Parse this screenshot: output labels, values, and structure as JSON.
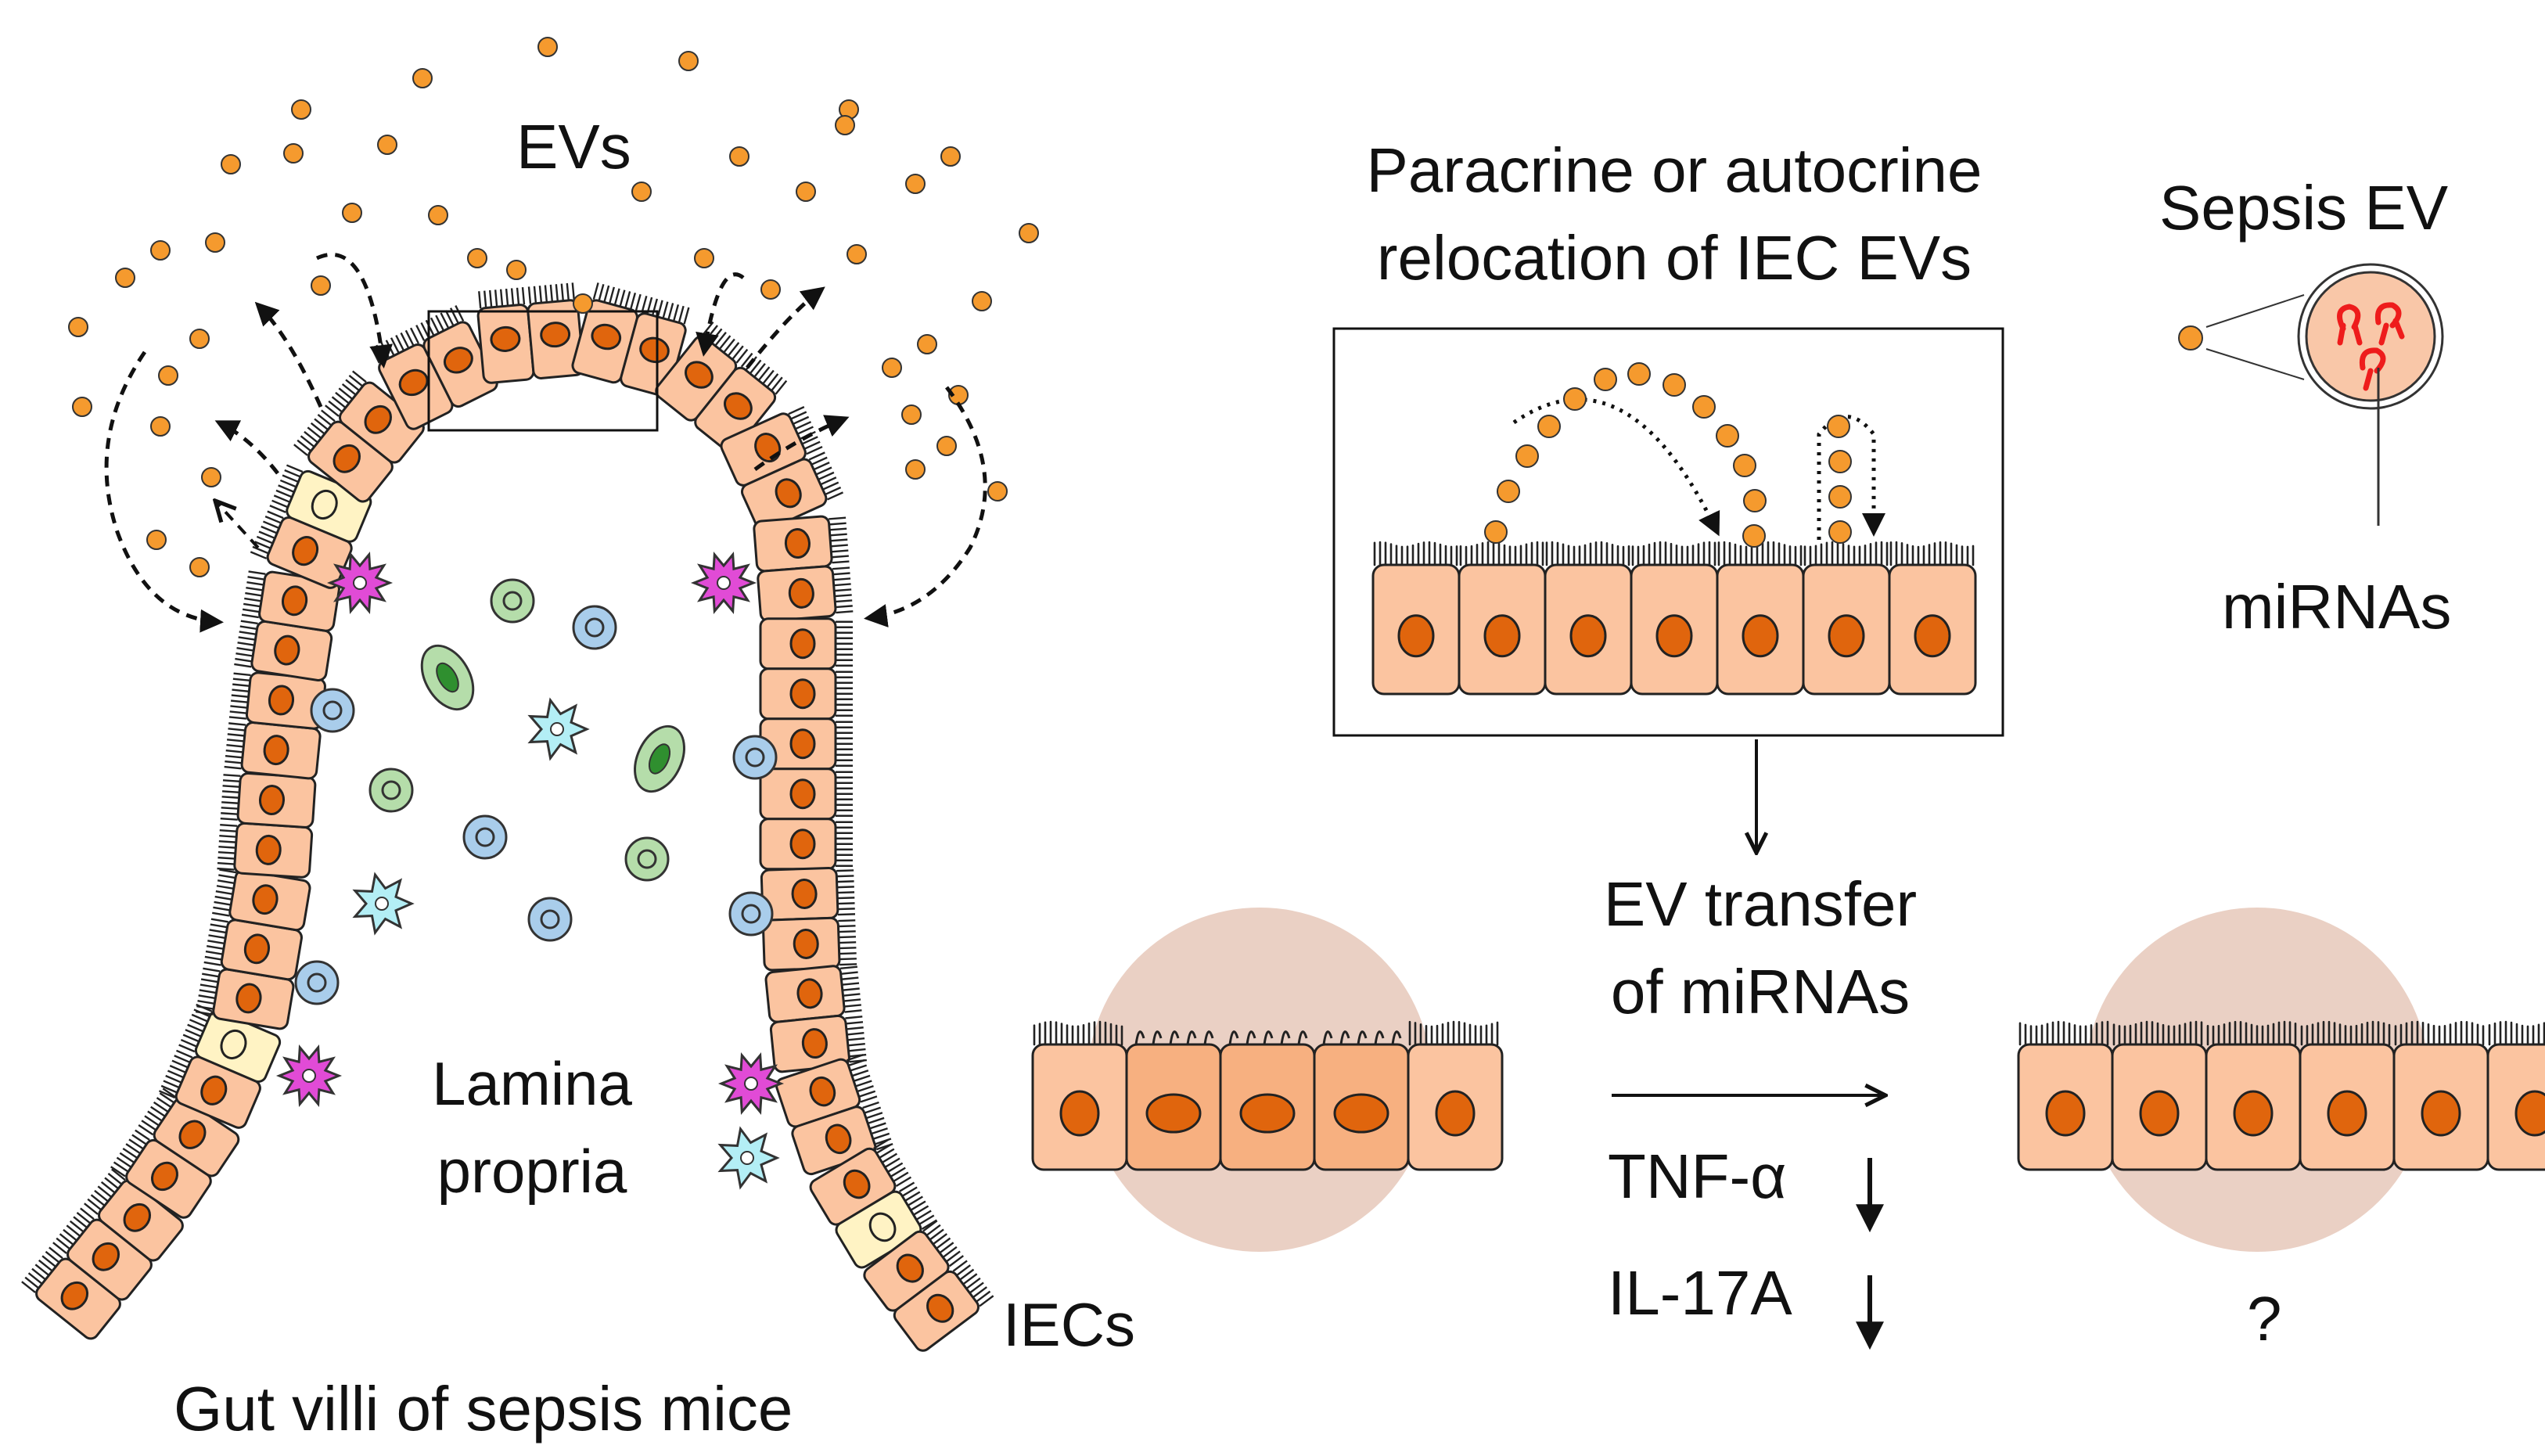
{
  "labels": {
    "evs": "EVs",
    "lamina_line1": "Lamina",
    "lamina_line2": "propria",
    "iecs": "IECs",
    "gut_villi_caption": "Gut villi of sepsis mice",
    "relocation_line1": "Paracrine or autocrine",
    "relocation_line2": "relocation of IEC EVs",
    "sepsis_ev": "Sepsis EV",
    "mirnas": "miRNAs",
    "ev_transfer_line1": "EV transfer",
    "ev_transfer_line2": "of miRNAs",
    "tnf_alpha": "TNF-α",
    "il17a": "IL-17A",
    "unknown_outcome": "?"
  },
  "colors": {
    "iec_fill": "#FBC4A0",
    "iec_damaged_fill": "#F7B080",
    "nucleus": "#E0650D",
    "ev_dot": "#F59A2E",
    "goblet_fill": "#FFF3C4",
    "dendritic_cell": "#E14BD6",
    "lymphocyte_blue": "#A9CDEB",
    "cell_green": "#B5DDAA",
    "cell_dark_green": "#2F8F2F",
    "macrophage_cyan": "#B3EEF5",
    "highlight_circle": "#EAD0C4",
    "mirna_red": "#EE1C1C"
  }
}
